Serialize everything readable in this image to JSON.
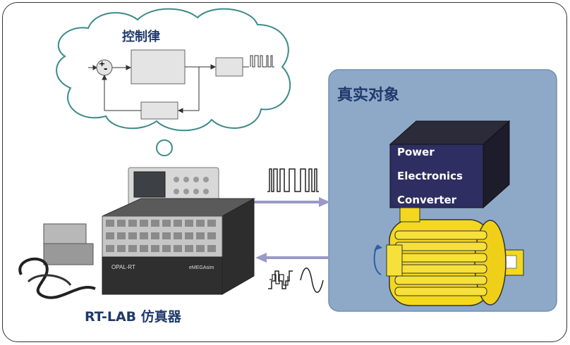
{
  "cloud": {
    "title": "控制律",
    "sum_plus": "+",
    "sum_minus": "-"
  },
  "plant": {
    "title": "真实对象",
    "converter_lines": [
      "Power",
      "Electronics",
      "Converter"
    ]
  },
  "simulator": {
    "title": "RT-LAB 仿真器",
    "brand": "OPAL-RT",
    "product": "eMEGAsim"
  },
  "colors": {
    "plant_bg": "#8ea9c8",
    "plant_border": "#6f8fb5",
    "arrow": "#9a9ac8",
    "title_text": "#1f3a6b",
    "converter_front": "#2e2e62",
    "motor_yellow": "#f3d81e"
  }
}
